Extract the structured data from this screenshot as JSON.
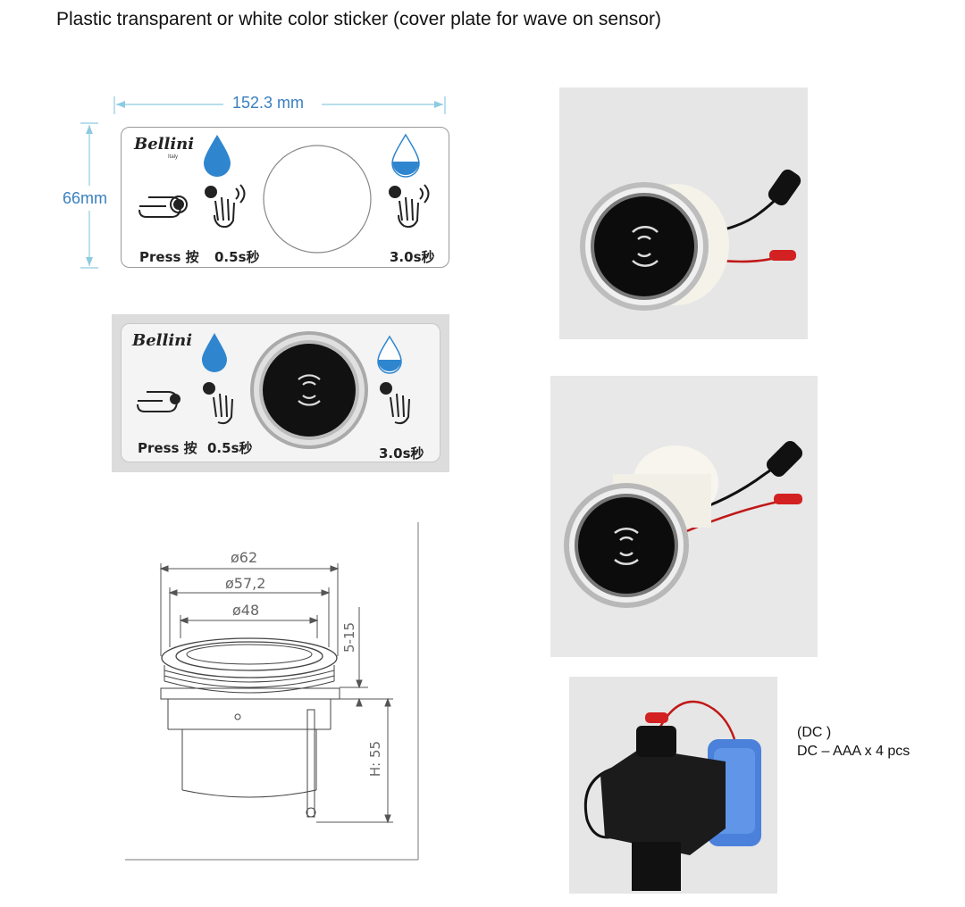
{
  "title": "Plastic transparent or white color sticker (cover plate for wave on sensor)",
  "sticker": {
    "width_label": "152.3 mm",
    "height_label": "66mm",
    "brand": "Bellini",
    "brand_sub": "Italy",
    "press_label": "Press 按",
    "short_wave_label": "0.5s秒",
    "long_wave_label": "3.0s秒"
  },
  "drawing": {
    "d1": "ø62",
    "d2": "ø57,2",
    "d3": "ø48",
    "range": "5-15",
    "height": "H: 55"
  },
  "battery": {
    "line1": "(DC )",
    "line2": "DC – AAA x 4 pcs"
  },
  "colors": {
    "accent_blue": "#3a7fc0",
    "drop_blue": "#2f86cf"
  }
}
